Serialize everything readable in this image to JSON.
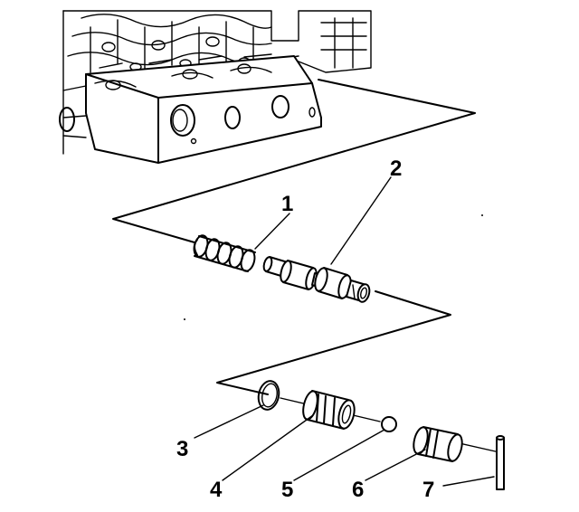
{
  "callouts": [
    "1",
    "2",
    "3",
    "4",
    "5",
    "6",
    "7"
  ]
}
